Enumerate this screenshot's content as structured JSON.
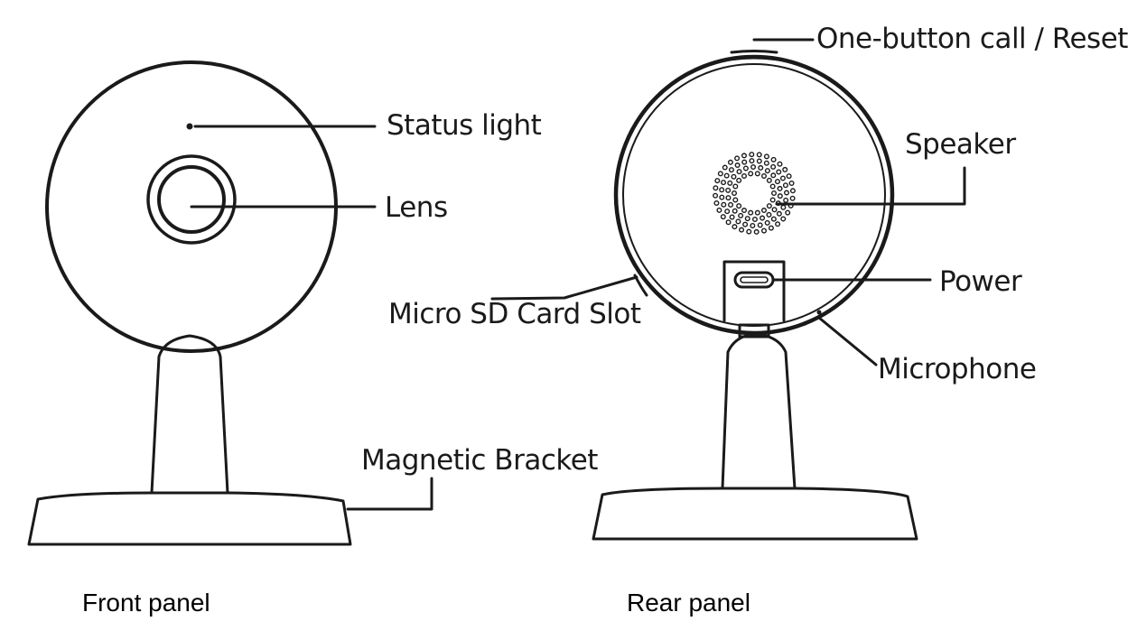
{
  "diagram": {
    "front": {
      "caption": "Front panel",
      "labels": {
        "status_light": "Status light",
        "lens": "Lens",
        "magnetic_bracket": "Magnetic Bracket"
      }
    },
    "rear": {
      "caption": "Rear panel",
      "labels": {
        "reset": "One-button call / Reset",
        "speaker": "Speaker",
        "power": "Power",
        "micro_sd": "Micro SD Card Slot",
        "microphone": "Microphone"
      }
    },
    "colors": {
      "line": "#1a1a1a",
      "background": "#ffffff"
    }
  }
}
